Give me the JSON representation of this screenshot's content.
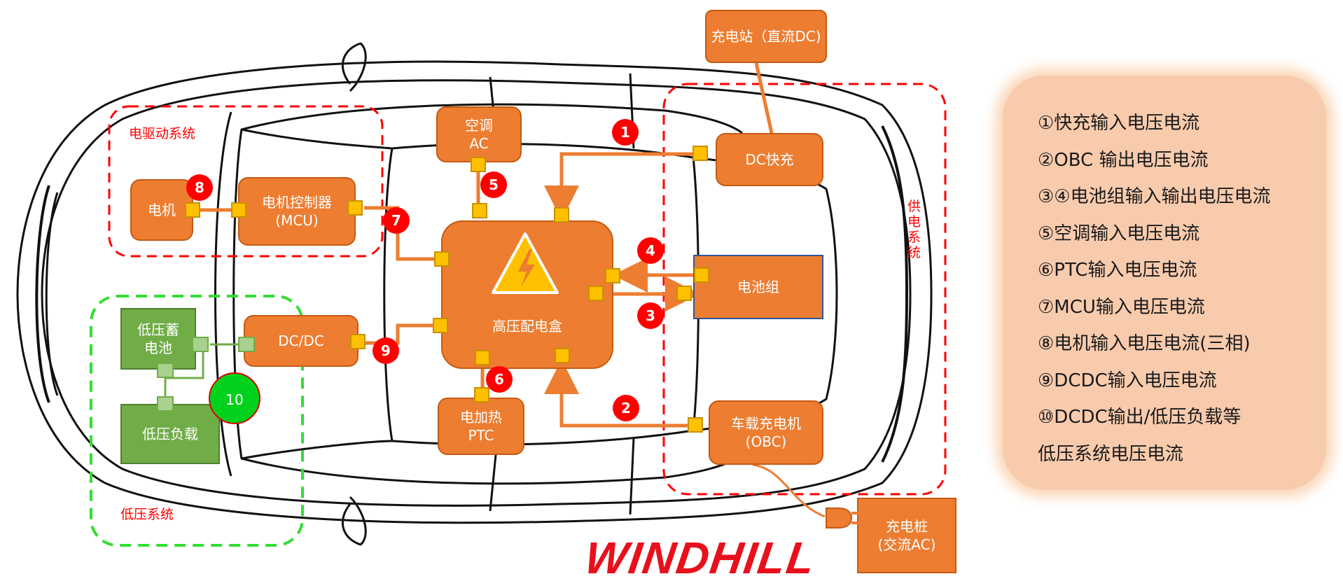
{
  "components": {
    "charging_station_dc": "充电站（直流DC)",
    "ac": "空调\nAC",
    "dc_fast": "DC快充",
    "motor": "电机",
    "mcu": "电机控制器\n(MCU)",
    "hv_box": "高压配电盒",
    "battery": "电池组",
    "dcdc": "DC/DC",
    "lv_battery": "低压蓄\n电池",
    "lv_load": "低压负载",
    "ptc": "电加热\nPTC",
    "obc": "车载充电机\n(OBC)",
    "charging_pile_ac": "充电桩\n(交流AC)"
  },
  "systems": {
    "drive": "电驱动系统",
    "power_supply": "供电系统",
    "low_voltage": "低压系统"
  },
  "badges": [
    "1",
    "2",
    "3",
    "4",
    "5",
    "6",
    "7",
    "8",
    "9",
    "10"
  ],
  "legend": [
    "①快充输入电压电流",
    "②OBC 输出电压电流",
    "③④电池组输入输出电压电流",
    "⑤空调输入电压电流",
    "⑥PTC输入电压电流",
    "⑦MCU输入电压电流",
    "⑧电机输入电压电流(三相)",
    "⑨DCDC输入电压电流",
    "⑩DCDC输出/低压负载等",
    "低压系统电压电流"
  ],
  "logo": "WINDHILL",
  "colors": {
    "component_orange": "#ed7d31",
    "connector_yellow": "#ffc000",
    "badge_red": "#ff0000",
    "lv_green": "#70ad47",
    "badge10_green": "#00d11c",
    "dashed_red": "#ff0000",
    "dashed_green": "#33dd33",
    "legend_bg": "#f8cbad",
    "logo_red": "#e8101d"
  },
  "icons": [
    "car-outline",
    "high-voltage-warning-icon",
    "plug-icon"
  ]
}
